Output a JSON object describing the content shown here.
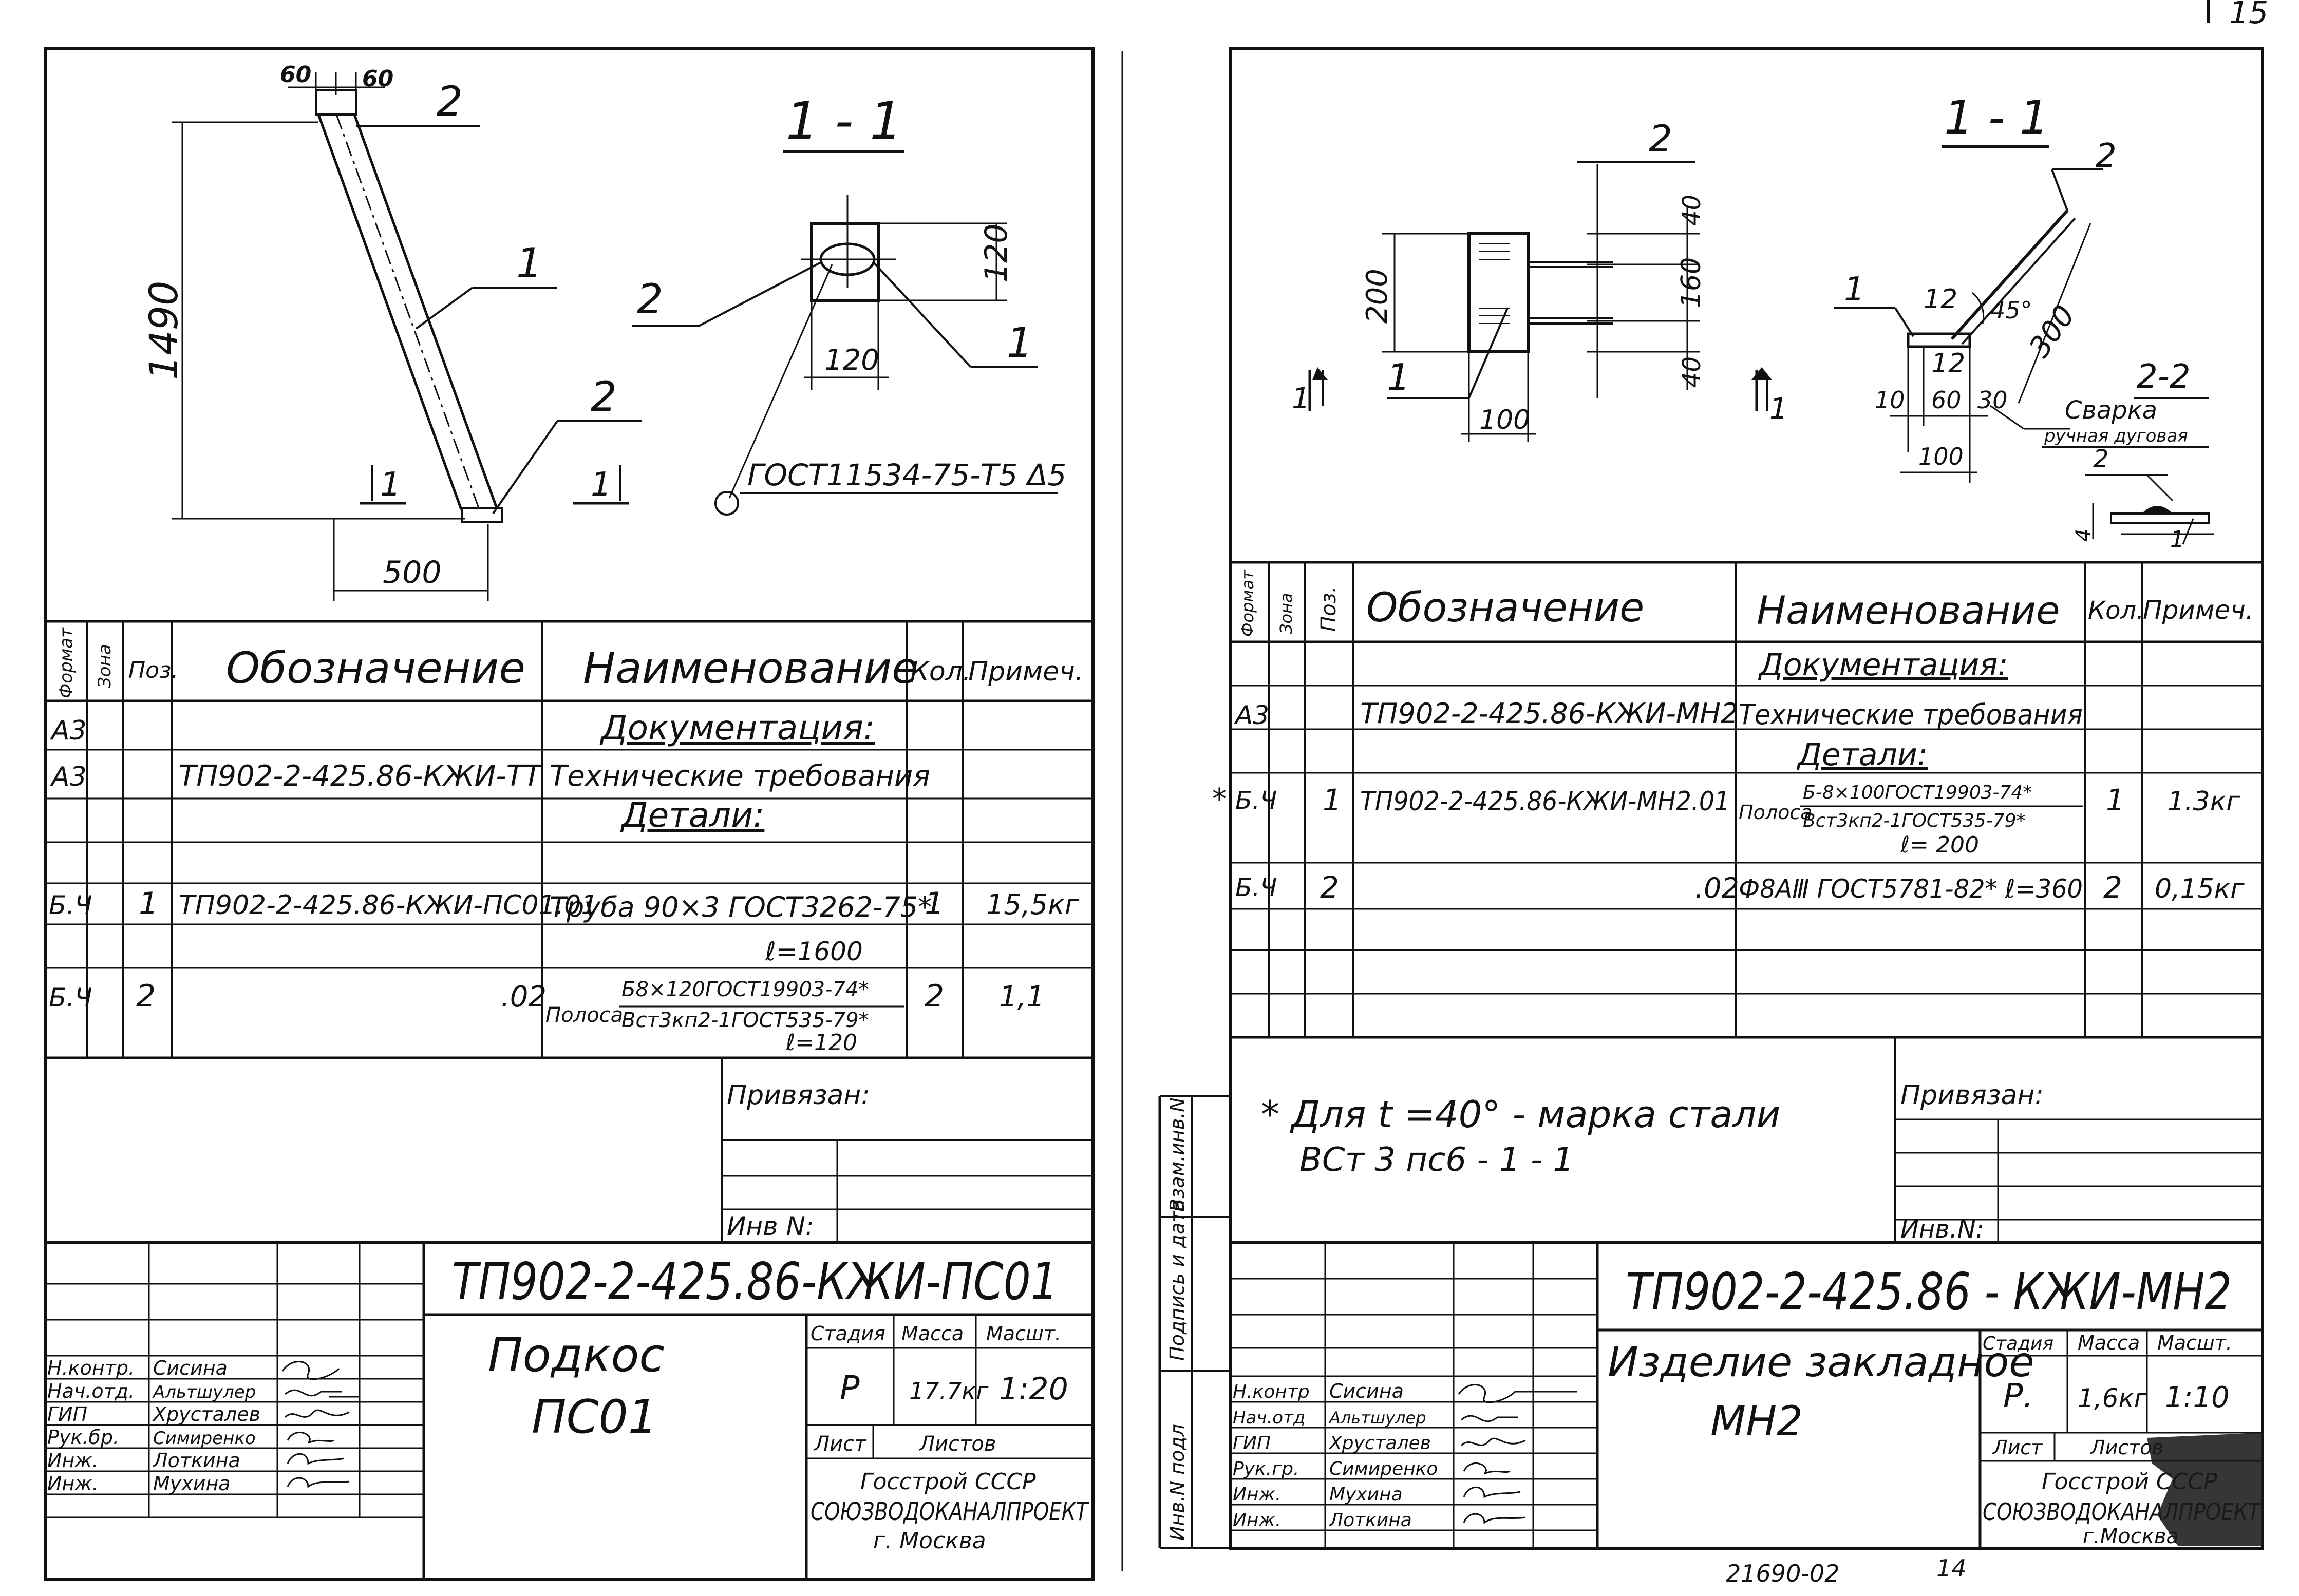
{
  "top_right_number": "15",
  "bottom_stamp": "21690-02",
  "bottom_page": "14",
  "left": {
    "drawing": {
      "dim_60a": "60",
      "dim_60b": "60",
      "dim_1490": "1490",
      "dim_500": "500",
      "dim_120h": "120",
      "dim_120w": "120",
      "pos_1": "1",
      "pos_2a": "2",
      "pos_2b": "2",
      "pos_2c": "2",
      "pos_1b": "1",
      "section_title": "1 - 1",
      "cut_mark_a": "1",
      "cut_mark_b": "1",
      "weld_note": "ГОСТ11534-75-Т5 Δ5"
    },
    "spec": {
      "headers": [
        "Формат",
        "Зона",
        "Поз.",
        "Обозначение",
        "Наименование",
        "Кол.",
        "Примеч."
      ],
      "section_docs": "Документация:",
      "section_details": "Детали:",
      "rows": [
        {
          "format": "А3",
          "pos": "",
          "designation": "",
          "name": "",
          "qty": "",
          "note": ""
        },
        {
          "format": "А3",
          "pos": "",
          "designation": "ТП902-2-425.86-КЖИ-ТТ",
          "name": "Технические требования",
          "qty": "",
          "note": ""
        },
        {
          "format": "Б.Ч",
          "pos": "1",
          "designation": "ТП902-2-425.86-КЖИ-ПС01.01",
          "name": "Труба 90×3 ГОСТ3262-75*",
          "name2": "ℓ=1600",
          "qty": "1",
          "note": "15,5кг"
        },
        {
          "format": "Б.Ч",
          "pos": "2",
          "designation": ".02",
          "name_pre": "Полоса",
          "name_top": "Б8×120ГОСТ19903-74*",
          "name_bot": "Вст3кп2-1ГОСТ535-79*",
          "name2": "ℓ=120",
          "qty": "2",
          "note": "1,1"
        }
      ]
    },
    "privyazan": "Привязан:",
    "inv": "Инв N:",
    "title_block": {
      "code": "ТП902-2-425.86-КЖИ-ПС01",
      "name_line1": "Подкос",
      "name_line2": "ПС01",
      "stage_label": "Стадия",
      "mass_label": "Масса",
      "scale_label": "Масшт.",
      "stage": "Р",
      "mass": "17.7кг",
      "scale": "1:20",
      "sheet_label": "Лист",
      "sheets_label": "Листов",
      "org1": "Госстрой СССР",
      "org2": "СОЮЗВОДОКАНАЛПРОЕКТ",
      "org3": "г. Москва",
      "signers": [
        {
          "role": "Н.контр.",
          "name": "Сисина"
        },
        {
          "role": "Нач.отд.",
          "name": "Альтшулер"
        },
        {
          "role": "ГИП",
          "name": "Хрусталев"
        },
        {
          "role": "Рук.бр.",
          "name": "Симиренко"
        },
        {
          "role": "Инж.",
          "name": "Лоткина"
        },
        {
          "role": "Инж.",
          "name": "Мухина"
        }
      ]
    }
  },
  "right": {
    "drawing": {
      "dim_200": "200",
      "dim_40a": "40",
      "dim_160": "160",
      "dim_40b": "40",
      "dim_100a": "100",
      "pos_2a": "2",
      "pos_1a": "1",
      "cut_1l": "1",
      "cut_1r": "1",
      "section_title": "1 - 1",
      "pos_2b": "2",
      "pos_1b": "1",
      "dim_12a": "12",
      "dim_12b": "12",
      "angle": "45°",
      "dim_300": "300",
      "dim_10": "10",
      "dim_60": "60",
      "dim_30": "30",
      "dim_100b": "100",
      "section2_title": "2-2",
      "weld_title": "Сварка",
      "weld_sub": "ручная дуговая",
      "weld_2": "2",
      "weld_1": "1",
      "weld_4": "4"
    },
    "spec": {
      "headers": [
        "Формат",
        "Зона",
        "Поз.",
        "Обозначение",
        "Наименование",
        "Кол.",
        "Примеч."
      ],
      "section_docs": "Документация:",
      "section_details": "Детали:",
      "rows": [
        {
          "format": "А3",
          "pos": "",
          "designation": "ТП902-2-425.86-КЖИ-МН2",
          "name": "Технические требования",
          "qty": "",
          "note": ""
        },
        {
          "format": "Б.Ч",
          "pos": "1",
          "designation": "ТП902-2-425.86-КЖИ-МН2.01",
          "name_pre": "Полоса",
          "name_top": "Б-8×100ГОСТ19903-74*",
          "name_bot": "Вст3кп2-1ГОСТ535-79*",
          "name2": "ℓ= 200",
          "qty": "1",
          "note": "1.3кг",
          "mark": "*"
        },
        {
          "format": "Б.Ч",
          "pos": "2",
          "designation": ".02",
          "name": "Ф8АⅢ ГОСТ5781-82* ℓ=360",
          "qty": "2",
          "note": "0,15кг"
        }
      ]
    },
    "note_line1": "* Для  t =40° - марка стали",
    "note_line2": "ВСт 3 пс6 - 1 - 1",
    "privyazan": "Привязан:",
    "inv": "Инв.N:",
    "side_labels": [
      "Инв.N подл",
      "Подпись и дата",
      "Взам.инв.N"
    ],
    "title_block": {
      "code": "ТП902-2-425.86 - КЖИ-МН2",
      "name_line1": "Изделие закладное",
      "name_line2": "МН2",
      "stage_label": "Стадия",
      "mass_label": "Масса",
      "scale_label": "Масшт.",
      "stage": "Р.",
      "mass": "1,6кг",
      "scale": "1:10",
      "sheet_label": "Лист",
      "sheets_label": "Листов",
      "org1": "Госстрой СССР",
      "org2": "СОЮЗВОДОКАНАЛПРОЕКТ",
      "org3": "г.Москва",
      "signers": [
        {
          "role": "Н.контр",
          "name": "Сисина"
        },
        {
          "role": "Нач.отд",
          "name": "Альтшулер"
        },
        {
          "role": "ГИП",
          "name": "Хрусталев"
        },
        {
          "role": "Рук.гр.",
          "name": "Симиренко"
        },
        {
          "role": "Инж.",
          "name": "Мухина"
        },
        {
          "role": "Инж.",
          "name": "Лоткина"
        }
      ]
    }
  }
}
